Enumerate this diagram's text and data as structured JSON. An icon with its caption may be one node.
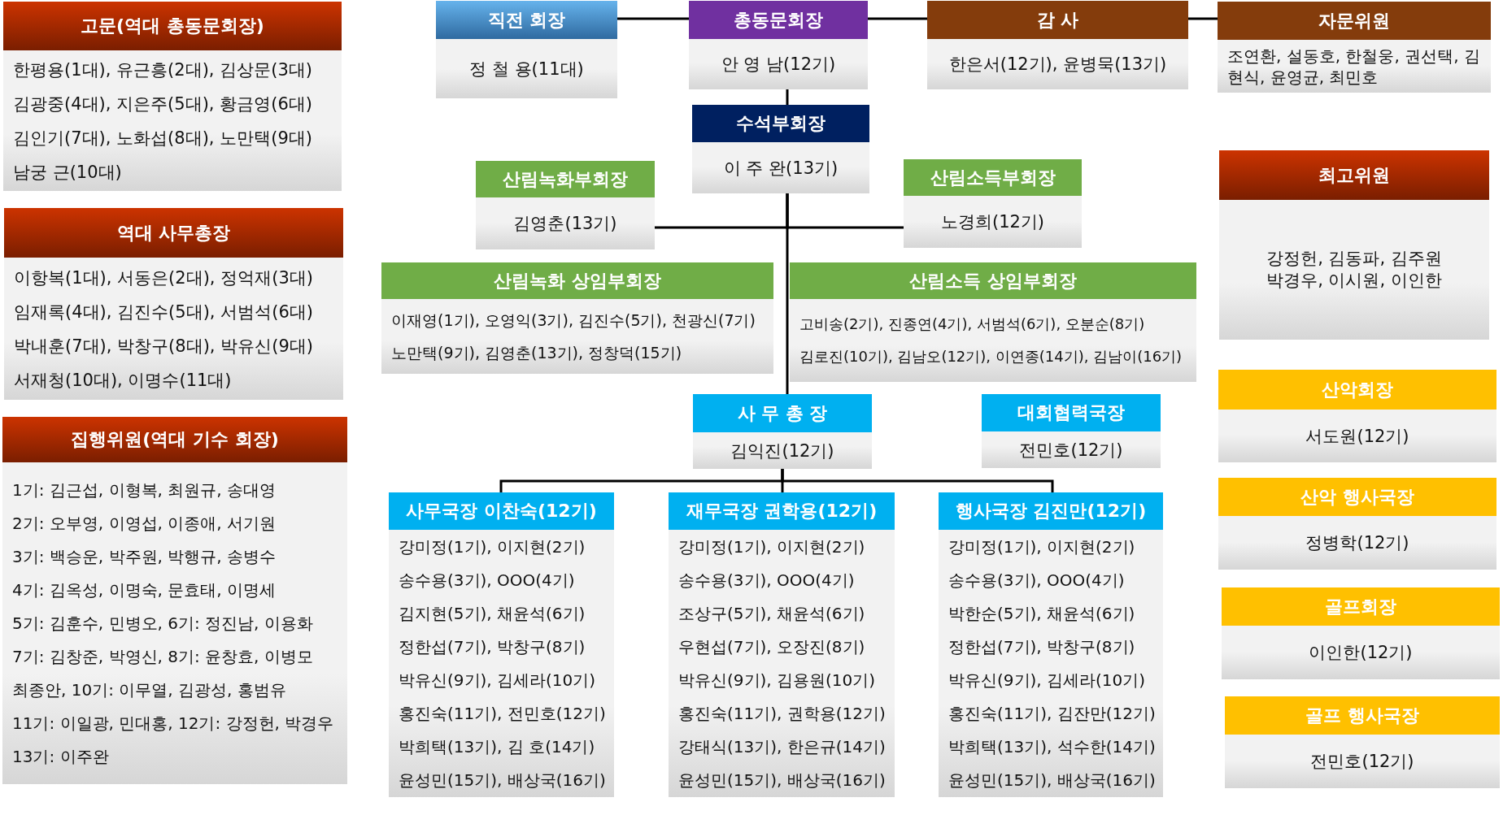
{
  "diagram": {
    "nodes": [
      {
        "text": [
          "고문(역대 총동문회장)",
          "한평용(1대), 유근흥(2대), 김상문(3대)",
          "김광중(4대), 지은주(5대), 황금영(6대)",
          "김인기(7대), 노화섭(8대), 노만택(9대)",
          "남궁 근(10대)"
        ]
      },
      {
        "text": [
          "역대 사무총장",
          "이항복(1대), 서동은(2대), 정억재(3대)",
          "임재록(4대), 김진수(5대), 서범석(6대)",
          "박내훈(7대), 박창구(8대), 박유신(9대)",
          "서재청(10대), 이명수(11대)"
        ]
      },
      {
        "text": [
          "집행위원(역대 기수 회장)",
          "1기: 김근섭, 이형복, 최원규, 송대영",
          "2기: 오부영, 이영섭, 이종애, 서기원",
          "3기: 백승운, 박주원, 박행규, 송병수",
          "4기: 김옥성, 이명숙, 문효태, 이명세",
          "5기: 김훈수, 민병오, 6기: 정진남, 이용화",
          "7기: 김창준, 박영신, 8기:  윤창효, 이병모",
          "최종안, 10기: 이무열, 김광성, 홍범유",
          "11기: 이일광, 민대홍, 12기: 강정헌, 박경우",
          "13기: 이주완"
        ]
      },
      {
        "text": [
          "직전 회장",
          "정 철 용(11대)"
        ]
      },
      {
        "text": [
          "총동문회장",
          "안 영 남(12기)"
        ]
      },
      {
        "text": [
          "감 사",
          "한은서(12기), 윤병묵(13기)"
        ]
      },
      {
        "text": [
          "자문위원",
          "조연환, 설동호, 한철웅, 권선택, 김현식, 윤영균, 최민호"
        ]
      },
      {
        "text": [
          "수석부회장",
          "이 주 완(13기)"
        ]
      },
      {
        "text": [
          "산림녹화부회장",
          "김영춘(13기)"
        ]
      },
      {
        "text": [
          "산림소득부회장",
          "노경희(12기)"
        ]
      },
      {
        "text": [
          "산림녹화 상임부회장",
          "이재영(1기), 오영익(3기), 김진수(5기), 천광신(7기)",
          "노만택(9기),  김영춘(13기),  정창덕(15기)"
        ]
      },
      {
        "text": [
          "산림소득 상임부회장",
          "고비송(2기), 진종연(4기), 서범석(6기), 오분순(8기)",
          "김로진(10기), 김남오(12기), 이연종(14기), 김남이(16기)"
        ]
      },
      {
        "text": [
          "사 무 총 장",
          "김익진(12기)"
        ]
      },
      {
        "text": [
          "대회협력국장",
          "전민호(12기)"
        ]
      },
      {
        "text": [
          "사무국장 이찬숙(12기)",
          "강미정(1기),  이지현(2기)",
          "송수용(3기),  OOO(4기)",
          "김지현(5기),  채윤석(6기)",
          "정한섭(7기),  박창구(8기)",
          "박유신(9기), 김세라(10기)",
          "홍진숙(11기), 전민호(12기)",
          "박희택(13기), 김    호(14기)",
          "윤성민(15기), 배상국(16기)"
        ]
      },
      {
        "text": [
          "재무국장 권학용(12기)",
          "강미정(1기),  이지현(2기)",
          "송수용(3기),  OOO(4기)",
          "조상구(5기),  채윤석(6기)",
          "우현섭(7기),  오장진(8기)",
          "박유신(9기), 김용원(10기)",
          "홍진숙(11기), 권학용(12기)",
          "강태식(13기), 한은규(14기)",
          "윤성민(15기), 배상국(16기)"
        ]
      },
      {
        "text": [
          "행사국장 김진만(12기)",
          "강미정(1기),  이지현(2기)",
          "송수용(3기),  OOO(4기)",
          "박한순(5기),  채윤석(6기)",
          "정한섭(7기),  박창구(8기)",
          "박유신(9기), 김세라(10기)",
          "홍진숙(11기), 김잔만(12기)",
          "박희택(13기), 석수한(14기)",
          "윤성민(15기), 배상국(16기)"
        ]
      },
      {
        "text": [
          "최고위원",
          "강정헌, 김동파, 김주원",
          "박경우, 이시원, 이인한"
        ]
      },
      {
        "text": [
          "산악회장",
          "서도원(12기)"
        ]
      },
      {
        "text": [
          "산악 행사국장",
          "정병학(12기)"
        ]
      },
      {
        "text": [
          "골프회장",
          "이인한(12기)"
        ]
      },
      {
        "text": [
          "골프 행사국장",
          "전민호(12기)"
        ]
      }
    ],
    "edges": [
      {
        "from": 3,
        "to": 4,
        "arrow": "none"
      },
      {
        "from": 4,
        "to": 5,
        "arrow": "none"
      },
      {
        "from": 5,
        "to": 6,
        "arrow": "none"
      },
      {
        "from": 4,
        "to": 7,
        "arrow": "none"
      },
      {
        "from": 7,
        "to": 8,
        "arrow": "none"
      },
      {
        "from": 7,
        "to": 9,
        "arrow": "none"
      },
      {
        "from": 7,
        "to": 12,
        "arrow": "none"
      },
      {
        "from": 12,
        "to": 14,
        "arrow": "none"
      },
      {
        "from": 12,
        "to": 15,
        "arrow": "none"
      },
      {
        "from": 12,
        "to": 16,
        "arrow": "none"
      }
    ]
  }
}
